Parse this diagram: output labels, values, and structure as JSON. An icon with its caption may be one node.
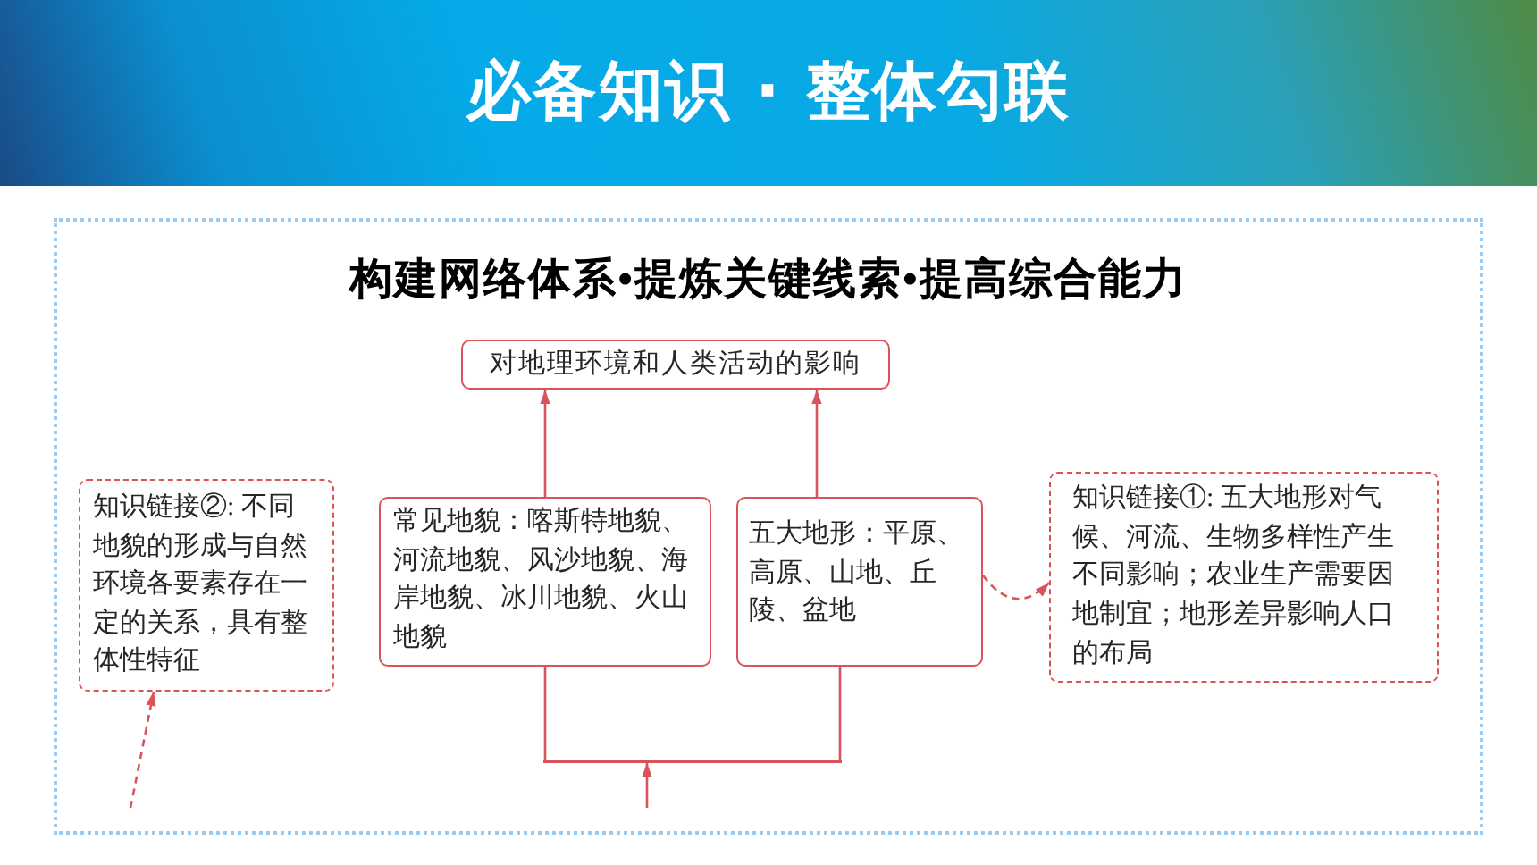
{
  "diagram": {
    "title": "必备知识 · 整体勾联",
    "nodes": [
      {
        "text": [
          "构建网络体系•提炼关键线索•提高综合能力"
        ]
      },
      {
        "text": [
          "对地理环境和人类活动的影响"
        ],
        "in": 0
      },
      {
        "text": [
          "知识链接②: 不同地貌的形成与自然环境各要素存在一定的关系，具有整体性特征"
        ],
        "in": 0
      },
      {
        "text": [
          "常见地貌：喀斯特地貌、河流地貌、风沙地貌、海岸地貌、冰川地貌、火山地貌"
        ],
        "in": 0
      },
      {
        "text": [
          "五大地形：平原、高原、山地、丘陵、盆地"
        ],
        "in": 0
      },
      {
        "text": [
          "知识链接①: 五大地形对气候、河流、生物多样性产生不同影响；农业生产需要因地制宜；地形差异影响人口的布局"
        ],
        "in": 0
      },
      {
        "text": [],
        "shape": "bar",
        "in": 0
      }
    ],
    "edges": [
      {
        "from": 3,
        "to": 1,
        "arrow": "to"
      },
      {
        "from": 4,
        "to": 1,
        "arrow": "to"
      },
      {
        "from": null,
        "to": 6,
        "arrow": "to"
      },
      {
        "from": 6,
        "to": 3,
        "arrow": "none"
      },
      {
        "from": 6,
        "to": 4,
        "arrow": "none"
      },
      {
        "from": null,
        "to": 2,
        "arrow": "to",
        "style": "dashed"
      },
      {
        "from": 4,
        "to": 5,
        "arrow": "to",
        "style": "dashed"
      }
    ]
  }
}
